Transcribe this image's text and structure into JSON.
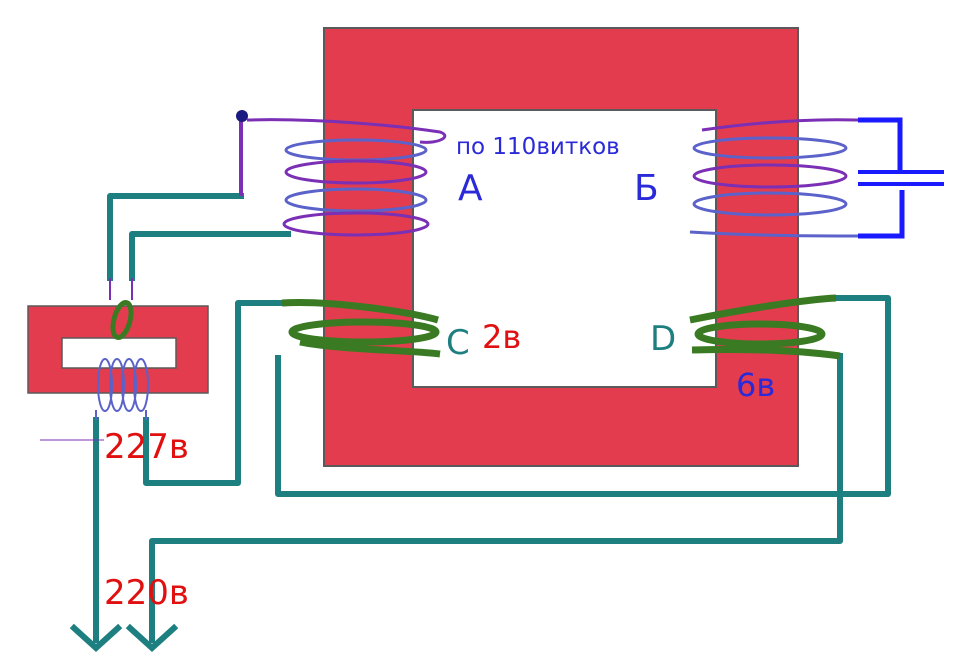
{
  "labels": {
    "turns": "по 110витков",
    "coil_a": "А",
    "coil_b": "Б",
    "coil_c": "C",
    "coil_d": "D",
    "volt_c": "2в",
    "volt_d": "6в",
    "volt_aux": "227в",
    "volt_mains": "220в"
  },
  "colors": {
    "core": "#e33c4e",
    "core_outline": "#5a5a5a",
    "primary_wire": "#7b2fb5",
    "primary_wire_light": "#5b62c9",
    "secondary_wire": "#3a7a22",
    "lead_wire": "#1e7f80",
    "capacitor": "#1a1aff",
    "blue_text": "#2a2ad8",
    "red_text": "#e01010",
    "terminal": "#1a1a80"
  }
}
